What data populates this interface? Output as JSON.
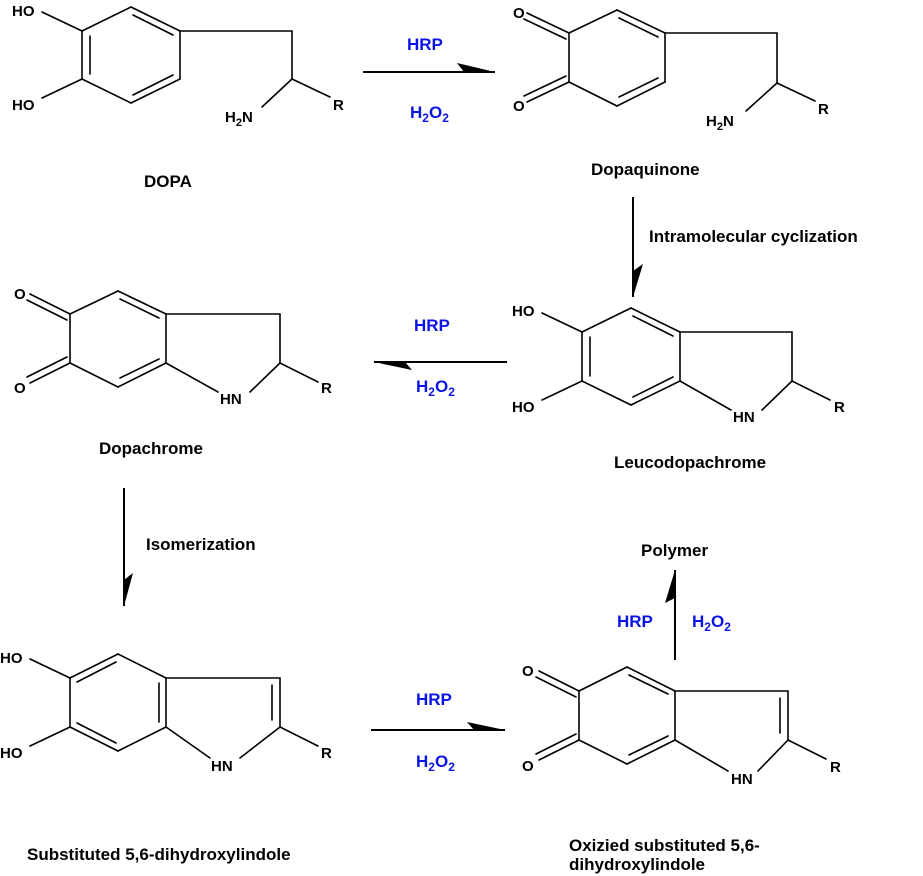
{
  "colors": {
    "reagent": "#0a14e6",
    "structure": "#000000",
    "background": "#ffffff"
  },
  "compounds": {
    "dopa": {
      "name": "DOPA",
      "atoms": {
        "oh_top": "HO",
        "oh_bottom": "HO",
        "amine_h": "H",
        "amine_sub": "2",
        "amine_n": "N",
        "r": "R"
      }
    },
    "dopaquinone": {
      "name": "Dopaquinone",
      "atoms": {
        "o_top": "O",
        "o_bottom": "O",
        "amine_h": "H",
        "amine_sub": "2",
        "amine_n": "N",
        "r": "R"
      }
    },
    "leucodopachrome": {
      "name": "Leucodopachrome",
      "atoms": {
        "oh_top": "HO",
        "oh_bottom": "HO",
        "nh": "HN",
        "r": "R"
      }
    },
    "dopachrome": {
      "name": "Dopachrome",
      "atoms": {
        "o_top": "O",
        "o_bottom": "O",
        "nh": "HN",
        "r": "R"
      }
    },
    "dihydroxyindole": {
      "name": "Substituted 5,6-dihydroxylindole",
      "atoms": {
        "oh_top": "HO",
        "oh_bottom": "HO",
        "nh": "HN",
        "r": "R"
      }
    },
    "oxidized_indole": {
      "name_line1": "Oxizied substituted 5,6-",
      "name_line2": "dihydroxylindole",
      "atoms": {
        "o_top": "O",
        "o_bottom": "O",
        "nh": "HN",
        "r": "R"
      }
    },
    "polymer": {
      "name": "Polymer"
    }
  },
  "reagents": {
    "enzyme": "HRP",
    "oxidant_main": "H",
    "oxidant_sub1": "2",
    "oxidant_o": "O",
    "oxidant_sub2": "2"
  },
  "steps": {
    "cyclization": "Intramolecular cyclization",
    "isomerization": "Isomerization"
  }
}
